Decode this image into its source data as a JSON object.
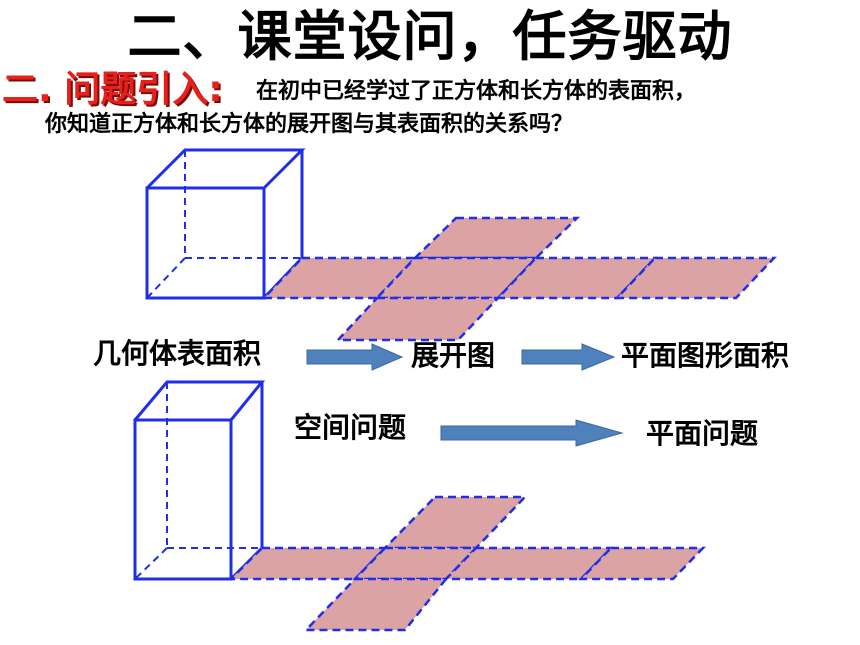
{
  "slide": {
    "title": "二、课堂设问，任务驱动",
    "intro_label": "二. 问题引入:",
    "question_line1": "在初中已经学过了正方体和长方体的表面积，",
    "question_line2": "你知道正方体和长方体的展开图与其表面积的关系吗？"
  },
  "flow_top": {
    "step1": "几何体表面积",
    "step2": "展开图",
    "step3": "平面图形面积"
  },
  "flow_bottom": {
    "step1": "空间问题",
    "step2": "平面问题"
  },
  "colors": {
    "title": "#000000",
    "intro_red": "#e8201b",
    "solid_line": "#1f2ee8",
    "net_fill": "#dba3a3",
    "arrow_fill": "#4f81bd"
  }
}
